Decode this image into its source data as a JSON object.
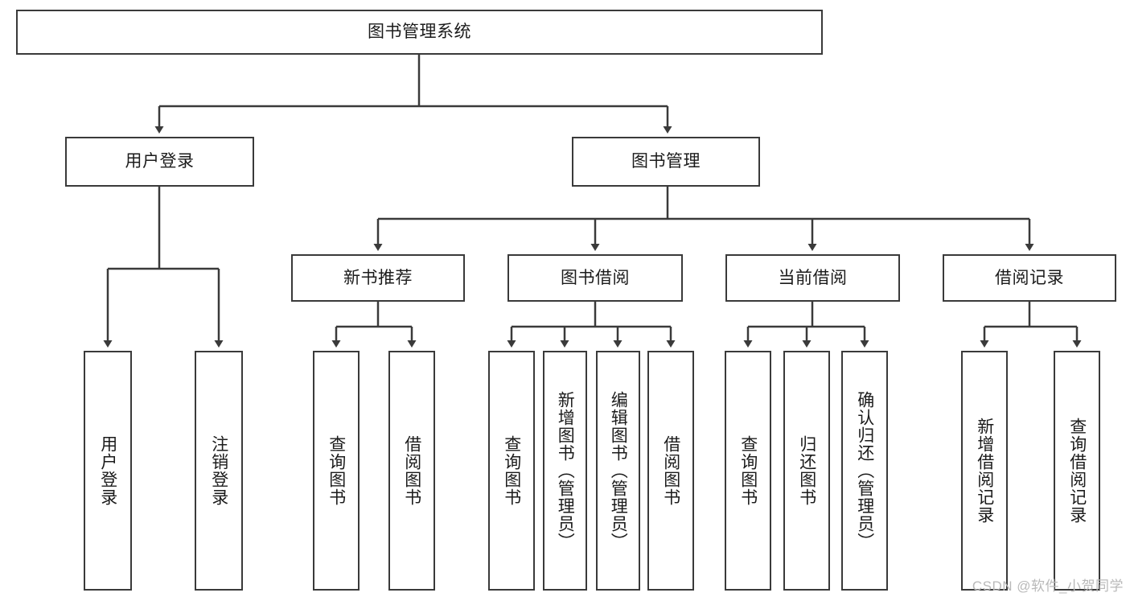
{
  "diagram": {
    "title": "图书管理系统",
    "type": "tree-hierarchy-diagram",
    "watermark": "CSDN @软件_小贺同学",
    "nodes": {
      "root": {
        "label": "图书管理系统",
        "orientation": "horizontal"
      },
      "user_login": {
        "label": "用户登录",
        "orientation": "horizontal"
      },
      "book_manage": {
        "label": "图书管理",
        "orientation": "horizontal"
      },
      "new_book_rec": {
        "label": "新书推荐",
        "orientation": "horizontal"
      },
      "book_borrow": {
        "label": "图书借阅",
        "orientation": "horizontal"
      },
      "current_borrow": {
        "label": "当前借阅",
        "orientation": "horizontal"
      },
      "borrow_record": {
        "label": "借阅记录",
        "orientation": "horizontal"
      },
      "leaf_user_login": {
        "label": "用户登录",
        "orientation": "vertical"
      },
      "leaf_logout": {
        "label": "注销登录",
        "orientation": "vertical"
      },
      "leaf_query_book_1": {
        "label": "查询图书",
        "orientation": "vertical"
      },
      "leaf_borrow_book_1": {
        "label": "借阅图书",
        "orientation": "vertical"
      },
      "leaf_query_book_2": {
        "label": "查询图书",
        "orientation": "vertical"
      },
      "leaf_add_book": {
        "label": "新增图书（管理员）",
        "orientation": "vertical"
      },
      "leaf_edit_book": {
        "label": "编辑图书（管理员）",
        "orientation": "vertical"
      },
      "leaf_borrow_book_2": {
        "label": "借阅图书",
        "orientation": "vertical"
      },
      "leaf_query_book_3": {
        "label": "查询图书",
        "orientation": "vertical"
      },
      "leaf_return_book": {
        "label": "归还图书",
        "orientation": "vertical"
      },
      "leaf_confirm_return": {
        "label": "确认归还（管理员）",
        "orientation": "vertical"
      },
      "leaf_add_record": {
        "label": "新增借阅记录",
        "orientation": "vertical"
      },
      "leaf_query_record": {
        "label": "查询借阅记录",
        "orientation": "vertical"
      }
    },
    "edges": [
      {
        "from": "root",
        "to": "user_login"
      },
      {
        "from": "root",
        "to": "book_manage"
      },
      {
        "from": "user_login",
        "to": "leaf_user_login"
      },
      {
        "from": "user_login",
        "to": "leaf_logout"
      },
      {
        "from": "book_manage",
        "to": "new_book_rec"
      },
      {
        "from": "book_manage",
        "to": "book_borrow"
      },
      {
        "from": "book_manage",
        "to": "current_borrow"
      },
      {
        "from": "book_manage",
        "to": "borrow_record"
      },
      {
        "from": "new_book_rec",
        "to": "leaf_query_book_1"
      },
      {
        "from": "new_book_rec",
        "to": "leaf_borrow_book_1"
      },
      {
        "from": "book_borrow",
        "to": "leaf_query_book_2"
      },
      {
        "from": "book_borrow",
        "to": "leaf_add_book"
      },
      {
        "from": "book_borrow",
        "to": "leaf_edit_book"
      },
      {
        "from": "book_borrow",
        "to": "leaf_borrow_book_2"
      },
      {
        "from": "current_borrow",
        "to": "leaf_query_book_3"
      },
      {
        "from": "current_borrow",
        "to": "leaf_return_book"
      },
      {
        "from": "current_borrow",
        "to": "leaf_confirm_return"
      },
      {
        "from": "borrow_record",
        "to": "leaf_add_record"
      },
      {
        "from": "borrow_record",
        "to": "leaf_query_record"
      }
    ],
    "colors": {
      "stroke": "#3a3a3a",
      "fill": "#ffffff",
      "text": "#1b1b1b",
      "watermark": "#b9b9b9"
    }
  }
}
